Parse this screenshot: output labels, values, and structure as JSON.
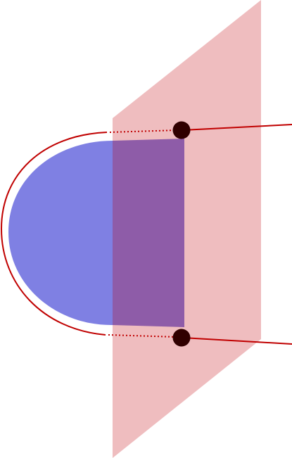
{
  "diagram": {
    "colors": {
      "plane_fill": "#efbdbf",
      "dome_fill": "#7f80e3",
      "overlap_fill": "#8e5ca8",
      "curve_stroke": "#c00000",
      "point_fill": "#300000",
      "background": "#ffffff"
    },
    "elements": {
      "plane": "translucent-pink-plane",
      "dome": "blue-half-disc",
      "boundary_curve": "red-arc",
      "points": [
        "upper-intersection-point",
        "lower-intersection-point"
      ]
    }
  }
}
